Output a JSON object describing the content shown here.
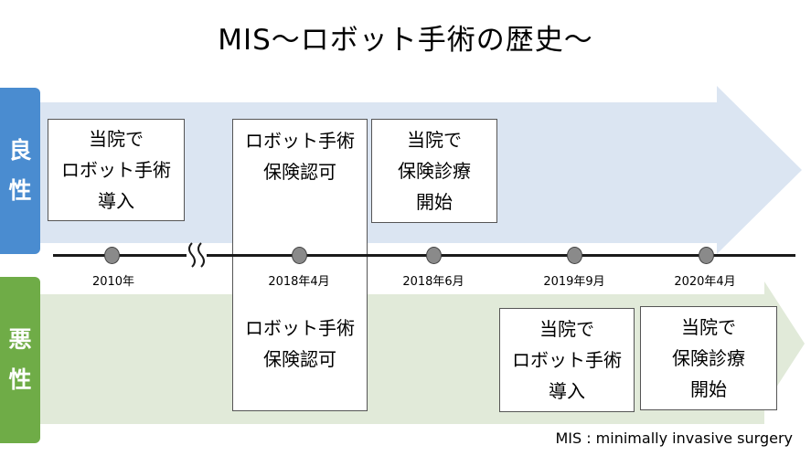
{
  "title": "MIS～ロボット手術の歴史～",
  "sides": {
    "good": [
      "良",
      "性"
    ],
    "bad": [
      "悪",
      "性"
    ]
  },
  "boxes": {
    "good_2010": [
      "当院で",
      "ロボット手術",
      "導入"
    ],
    "both_2018_04_top": [
      "ロボット手術",
      "保険認可"
    ],
    "both_2018_04_bottom": [
      "ロボット手術",
      "保険認可"
    ],
    "good_2018_06": [
      "当院で",
      "保険診療",
      "開始"
    ],
    "bad_2019_09": [
      "当院で",
      "ロボット手術",
      "導入"
    ],
    "bad_2020_04": [
      "当院で",
      "保険診療",
      "開始"
    ]
  },
  "timeline": {
    "dates": [
      "2010年",
      "2018年4月",
      "2018年6月",
      "2019年9月",
      "2020年4月"
    ]
  },
  "colors": {
    "good": "#4a8cd0",
    "good_band": "#dbe5f2",
    "bad": "#6fac47",
    "bad_band": "#e1ead9",
    "dot": "#8a8a8a"
  },
  "footnote": "MIS : minimally invasive surgery"
}
